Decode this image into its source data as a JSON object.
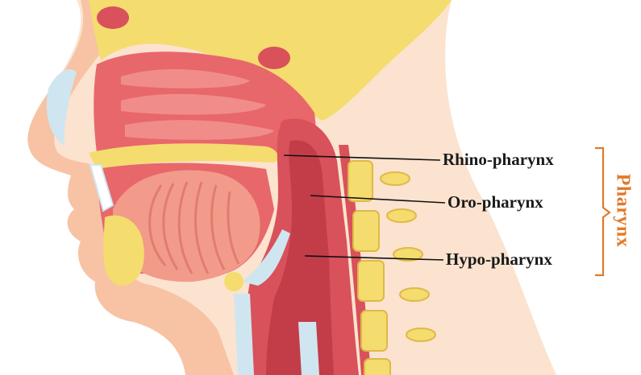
{
  "labels": {
    "rhino": "Rhino-pharynx",
    "oro": "Oro-pharynx",
    "hypo": "Hypo-pharynx"
  },
  "group_label": "Pharynx",
  "colors": {
    "bracket": "#e07a2a",
    "group_text": "#e07a2a",
    "leader_line": "#111111",
    "skin": "#f7c3a4",
    "muscle": "#d9515a",
    "bone": "#f4dc6e",
    "cartilage": "#cfe6f0"
  }
}
